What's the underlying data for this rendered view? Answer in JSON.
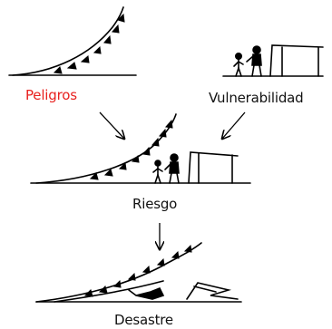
{
  "labels": {
    "hazards": "Peligros",
    "vulnerability": "Vulnerabilidad",
    "risk": "Riesgo",
    "disaster": "Desastre"
  },
  "colors": {
    "hazards_label": "#e8211f",
    "text": "#111111",
    "line": "#000000"
  }
}
